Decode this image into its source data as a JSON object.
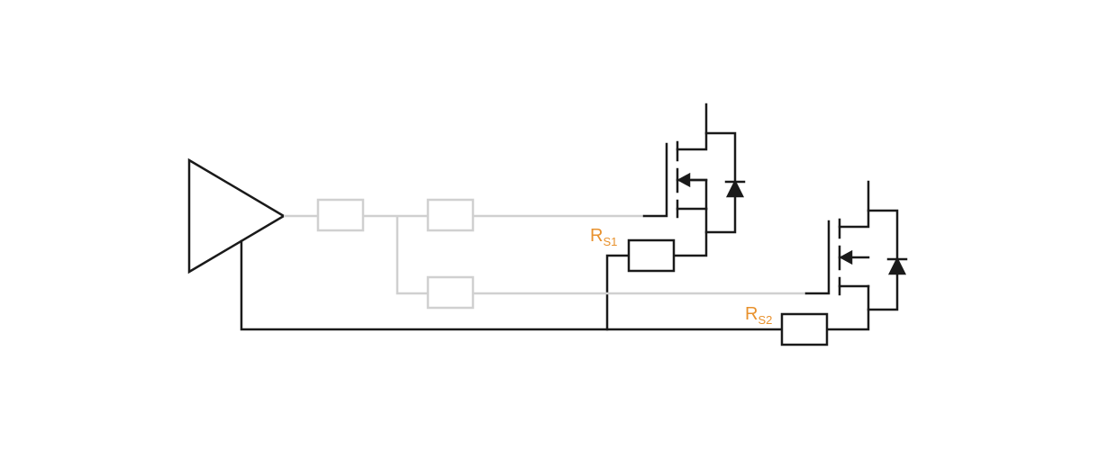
{
  "colors": {
    "wire": "#1a1a1a",
    "inactive": "#d0d0d0",
    "label": "#e8912d"
  },
  "labels": {
    "rs1": {
      "main": "R",
      "sub": "S1"
    },
    "rs2": {
      "main": "R",
      "sub": "S2"
    }
  }
}
